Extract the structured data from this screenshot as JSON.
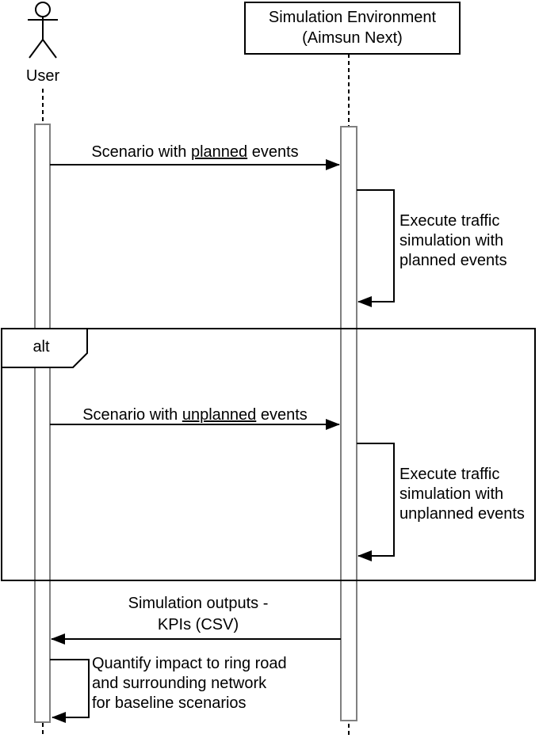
{
  "lifelines": {
    "user": {
      "label": "User"
    },
    "simulation": {
      "label": "Simulation Environment\n(Aimsun Next)"
    }
  },
  "fragment": {
    "operator": "alt"
  },
  "messages": {
    "planned_scenario": {
      "prefix": "Scenario with ",
      "emphasis": "planned",
      "suffix": " events"
    },
    "execute_planned": {
      "text": "Execute traffic\nsimulation with\nplanned events"
    },
    "unplanned_scenario": {
      "prefix": "Scenario with ",
      "emphasis": "unplanned",
      "suffix": " events"
    },
    "execute_unplanned": {
      "text": "Execute traffic\nsimulation with\nunplanned events"
    },
    "simulation_outputs": {
      "text": "Simulation outputs -\nKPIs (CSV)"
    },
    "quantify_impact": {
      "text": "Quantify impact to ring road\nand surrounding network\nfor baseline scenarios"
    }
  },
  "colors": {
    "line": "#000000",
    "activation_border": "#808080",
    "activation_fill": "#ffffff",
    "background": "#ffffff",
    "text": "#000000"
  }
}
